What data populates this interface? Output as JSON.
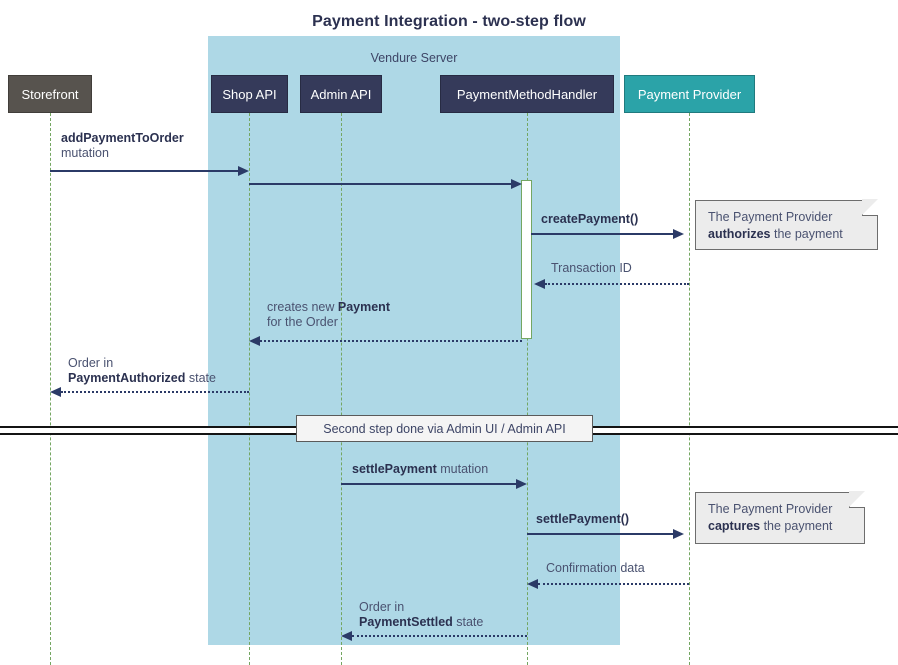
{
  "diagram": {
    "title": "Payment Integration - two-step flow",
    "type": "sequence-diagram",
    "group_label": "Vendure Server",
    "colors": {
      "group_background": "#aed8e6",
      "participant_default": "#353a5a",
      "participant_storefront": "#57534e",
      "participant_provider": "#2ba3a8",
      "lifeline": "#74a662",
      "message": "#2b3a67",
      "note_background": "#ececec",
      "text": "#4a5270"
    }
  },
  "participants": [
    {
      "id": "storefront",
      "label": "Storefront",
      "in_group": false
    },
    {
      "id": "shop-api",
      "label": "Shop API",
      "in_group": true
    },
    {
      "id": "admin-api",
      "label": "Admin API",
      "in_group": true
    },
    {
      "id": "payment-method-handler",
      "label": "PaymentMethodHandler",
      "in_group": true
    },
    {
      "id": "payment-provider",
      "label": "Payment Provider",
      "in_group": false
    }
  ],
  "messages": [
    {
      "id": "add-payment-to-order",
      "from": "storefront",
      "to": "shop-api",
      "style": "solid",
      "direction": "right",
      "label_line1_bold": "addPaymentToOrder",
      "label_line2": "mutation"
    },
    {
      "id": "shop-to-handler",
      "from": "shop-api",
      "to": "payment-method-handler",
      "style": "solid",
      "direction": "right",
      "label_line1_bold": "",
      "label_line2": ""
    },
    {
      "id": "create-payment",
      "from": "payment-method-handler",
      "to": "payment-provider",
      "style": "solid",
      "direction": "right",
      "label_line1_bold": "createPayment()",
      "label_line2": ""
    },
    {
      "id": "transaction-id",
      "from": "payment-provider",
      "to": "payment-method-handler",
      "style": "dotted",
      "direction": "left",
      "label_line1": "Transaction ID"
    },
    {
      "id": "creates-new-payment",
      "from": "payment-method-handler",
      "to": "shop-api",
      "style": "dotted",
      "direction": "left",
      "label_line1_pre": "creates new ",
      "label_line1_bold": "Payment",
      "label_line2": "for the Order"
    },
    {
      "id": "order-payment-authorized",
      "from": "shop-api",
      "to": "storefront",
      "style": "dotted",
      "direction": "left",
      "label_line1": "Order in",
      "label_line2_bold": "PaymentAuthorized",
      "label_line2_post": " state"
    },
    {
      "id": "settle-payment-mutation",
      "from": "admin-api",
      "to": "payment-method-handler",
      "style": "solid",
      "direction": "right",
      "label_line1_bold": "settlePayment",
      "label_line1_post": " mutation"
    },
    {
      "id": "settle-payment-call",
      "from": "payment-method-handler",
      "to": "payment-provider",
      "style": "solid",
      "direction": "right",
      "label_line1_bold": "settlePayment()"
    },
    {
      "id": "confirmation-data",
      "from": "payment-provider",
      "to": "payment-method-handler",
      "style": "dotted",
      "direction": "left",
      "label_line1": "Confirmation data"
    },
    {
      "id": "order-payment-settled",
      "from": "payment-method-handler",
      "to": "admin-api",
      "style": "dotted",
      "direction": "left",
      "label_line1": "Order in",
      "label_line2_bold": "PaymentSettled",
      "label_line2_post": " state"
    }
  ],
  "notes": [
    {
      "id": "note-authorizes",
      "line1": "The Payment Provider",
      "line2_bold": "authorizes",
      "line2_post": " the payment"
    },
    {
      "id": "note-captures",
      "line1": "The Payment Provider",
      "line2_bold": "captures",
      "line2_post": " the payment"
    }
  ],
  "divider": {
    "label": "Second step done via Admin UI / Admin API"
  }
}
